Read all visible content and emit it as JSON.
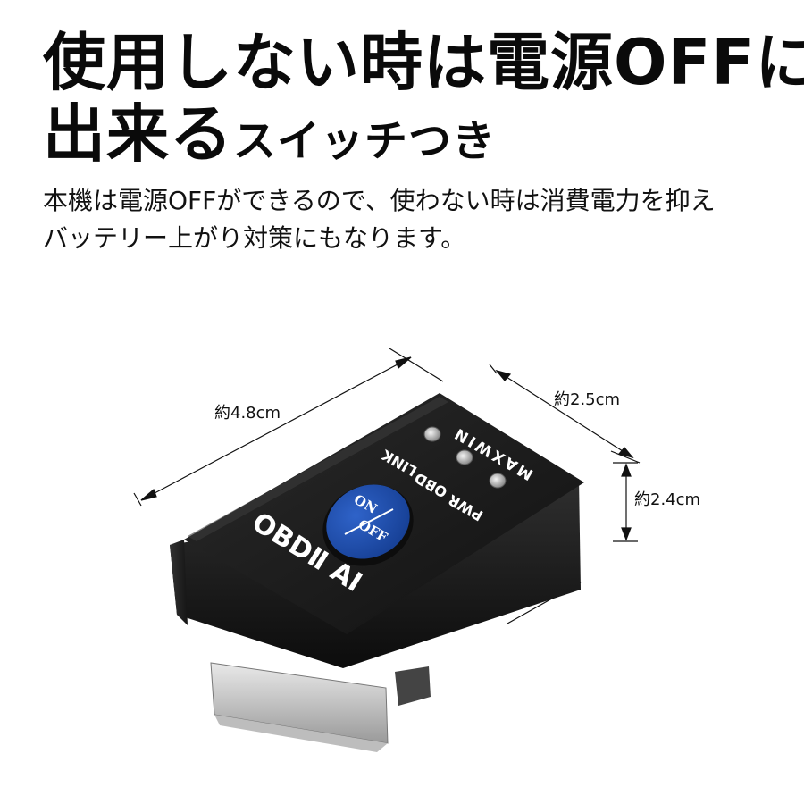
{
  "headline": {
    "line1": "使用しない時は電源OFFに",
    "line2_large": "出来る",
    "line2_small": "スイッチつき"
  },
  "description": {
    "line1": "本機は電源OFFができるので、使わない時は消費電力を抑え",
    "line2": "バッテリー上がり対策にもなります。"
  },
  "dimensions": {
    "length": "約4.8cm",
    "width": "約2.5cm",
    "height": "約2.4cm"
  },
  "device": {
    "brand": "MAXWIN",
    "model": "OBDⅡ AI",
    "led_link": "LINK",
    "led_obd": "OBD",
    "led_pwr": "PWR",
    "switch_on": "ON",
    "switch_off": "OFF",
    "switch_color": "#1a4fb3",
    "body_color": "#1c1c1c"
  }
}
